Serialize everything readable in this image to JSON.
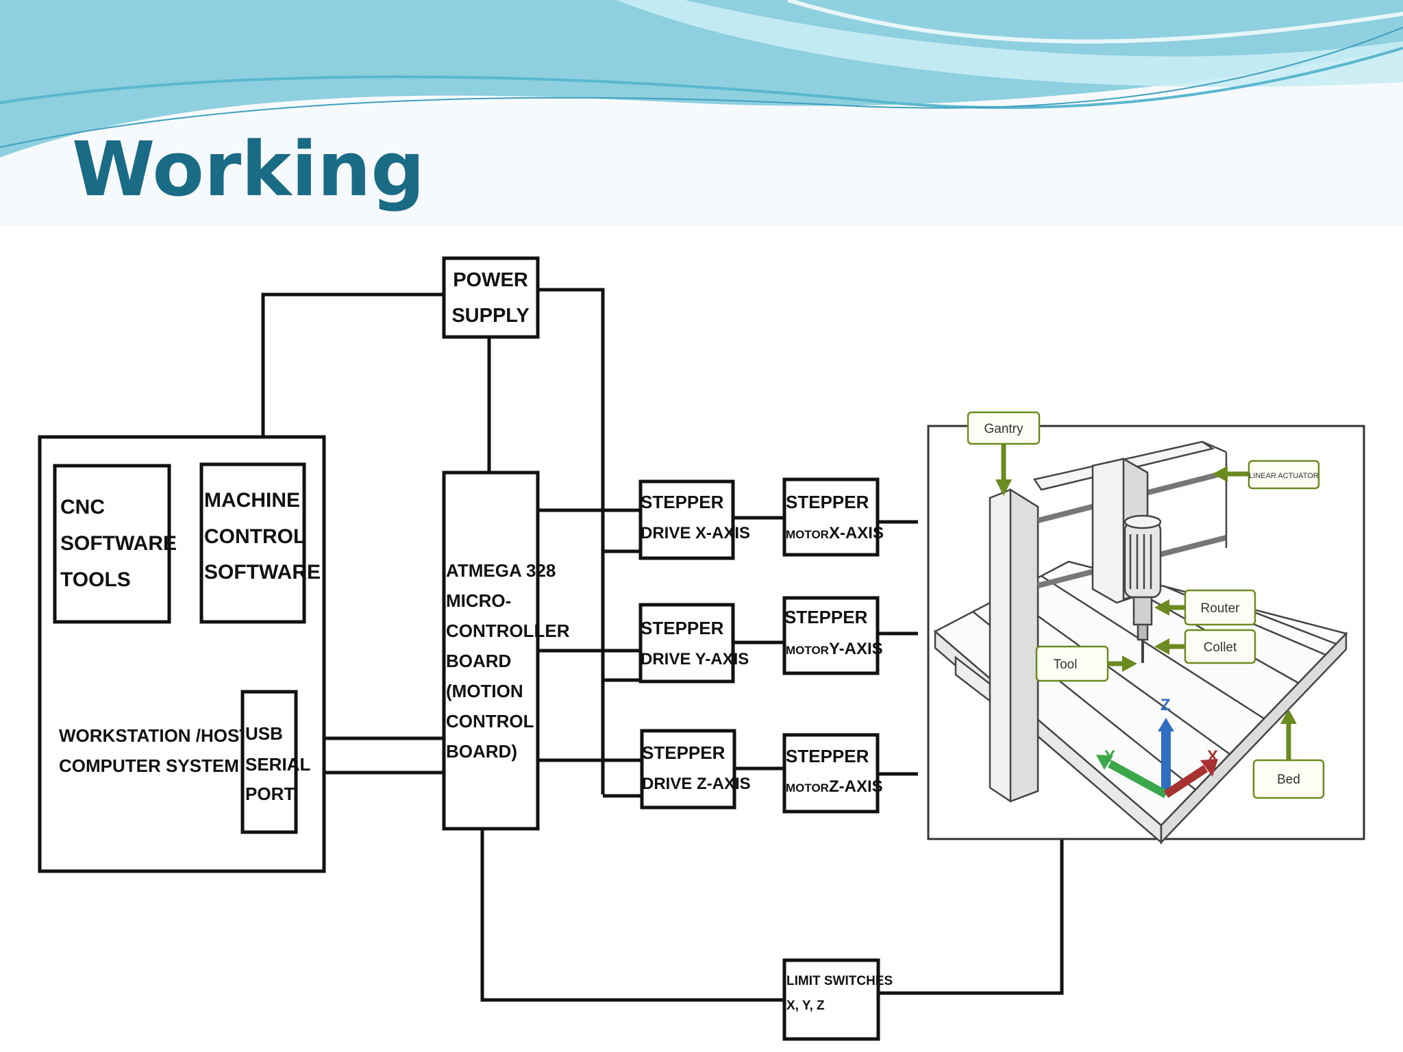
{
  "slide": {
    "title": "Working",
    "title_color": "#1a6b85",
    "header_wave_colors": [
      "#7fc8dc",
      "#b7e4ef",
      "#55b6cf"
    ]
  },
  "diagram": {
    "power_supply": {
      "line1": "POWER",
      "line2": "SUPPLY"
    },
    "workstation": {
      "label_line1": "WORKSTATION /HOST",
      "label_line2": "COMPUTER SYSTEM",
      "cnc_tools": {
        "line1": "CNC",
        "line2": "SOFTWARE",
        "line3": "TOOLS"
      },
      "machine_control": {
        "line1": "MACHINE",
        "line2": "CONTROL",
        "line3": "SOFTWARE"
      },
      "usb_port": {
        "line1": "USB",
        "line2": "SERIAL",
        "line3": "PORT"
      }
    },
    "controller": {
      "lines": [
        "ATMEGA 328",
        "MICRO-",
        "CONTROLLER",
        "BOARD",
        "(MOTION",
        "CONTROL",
        "BOARD)"
      ]
    },
    "drives": [
      {
        "line1": "STEPPER",
        "line2": "DRIVE X-AXIS"
      },
      {
        "line1": "STEPPER",
        "line2": "DRIVE Y-AXIS"
      },
      {
        "line1": "STEPPER",
        "line2": "DRIVE Z-AXIS"
      }
    ],
    "motors": [
      {
        "line1": "STEPPER",
        "line2_small": "MOTOR",
        "line2_big": "X-AXIS"
      },
      {
        "line1": "STEPPER",
        "line2_small": "MOTOR",
        "line2_big": "Y-AXIS"
      },
      {
        "line1": "STEPPER",
        "line2_small": "MOTOR",
        "line2_big": "Z-AXIS"
      }
    ],
    "limit_switches": {
      "line1": "LIMIT SWITCHES",
      "line2": "X, Y, Z"
    },
    "machine": {
      "callouts": {
        "gantry": "Gantry",
        "linear_actuator": "LINEAR ACTUATOR",
        "router": "Router",
        "collet": "Collet",
        "tool": "Tool",
        "bed": "Bed"
      },
      "axes": {
        "x": "X",
        "y": "Y",
        "z": "Z"
      },
      "axis_colors": {
        "x": "#a83232",
        "y": "#3aa84a",
        "z": "#2e6fc2"
      },
      "callout_arrow_color": "#6b8a1f"
    }
  }
}
